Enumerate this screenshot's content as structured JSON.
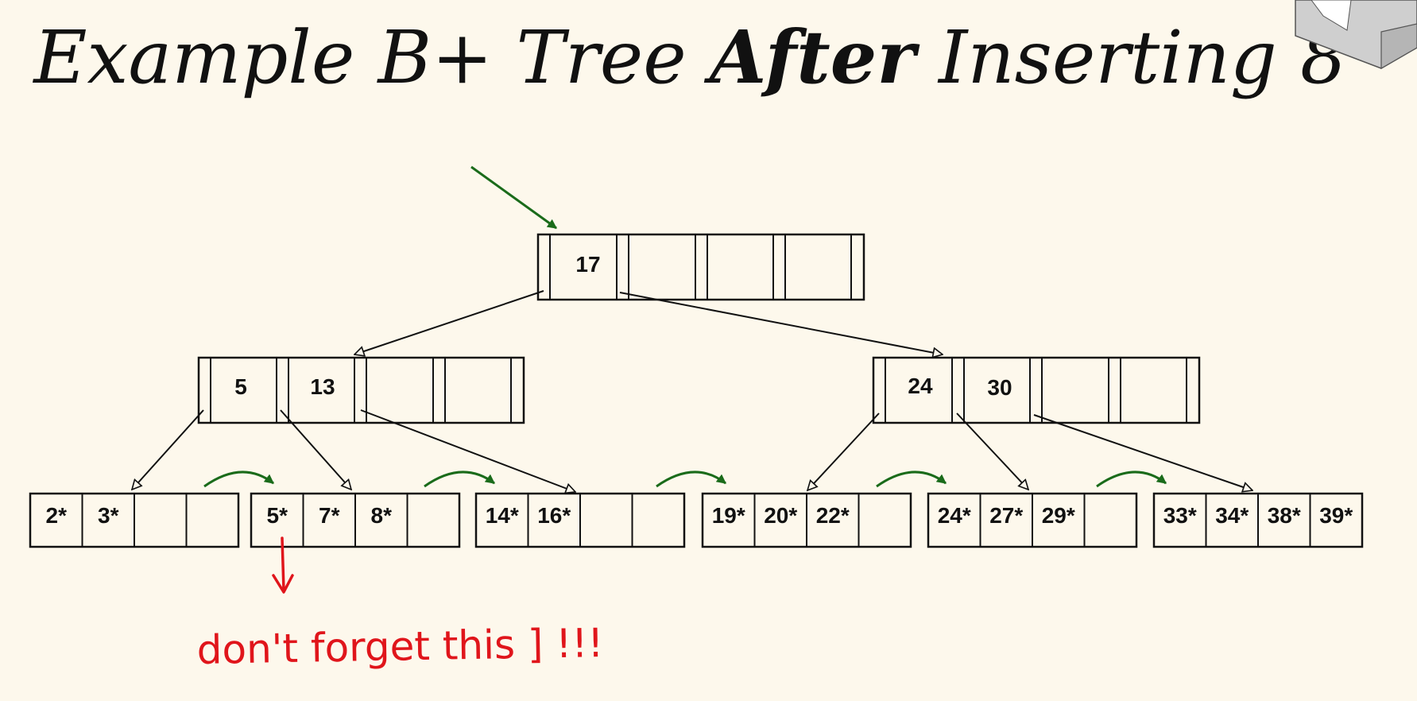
{
  "title": {
    "part1": "Example B+ Tree ",
    "part2": "After",
    "part3": " Inserting 8*"
  },
  "root": {
    "keys": [
      "17",
      "",
      "",
      ""
    ]
  },
  "internal_nodes": [
    {
      "keys": [
        "5",
        "13",
        "",
        ""
      ]
    },
    {
      "keys": [
        "24",
        "30",
        "",
        ""
      ]
    }
  ],
  "leaves": [
    {
      "entries": [
        "2*",
        "3*",
        "",
        ""
      ]
    },
    {
      "entries": [
        "5*",
        "7*",
        "8*",
        ""
      ]
    },
    {
      "entries": [
        "14*",
        "16*",
        "",
        ""
      ]
    },
    {
      "entries": [
        "19*",
        "20*",
        "22*",
        ""
      ]
    },
    {
      "entries": [
        "24*",
        "27*",
        "29*",
        ""
      ]
    },
    {
      "entries": [
        "33*",
        "34*",
        "38*",
        "39*"
      ]
    }
  ],
  "annotation": {
    "text": "don't forget this ] !!!",
    "color": "#e0151b"
  },
  "colors": {
    "background": "#fdf8ec",
    "pointer_arrow": "#1a6b1a",
    "tree_line": "#111111",
    "corner_decor": "#c8c8c8"
  }
}
